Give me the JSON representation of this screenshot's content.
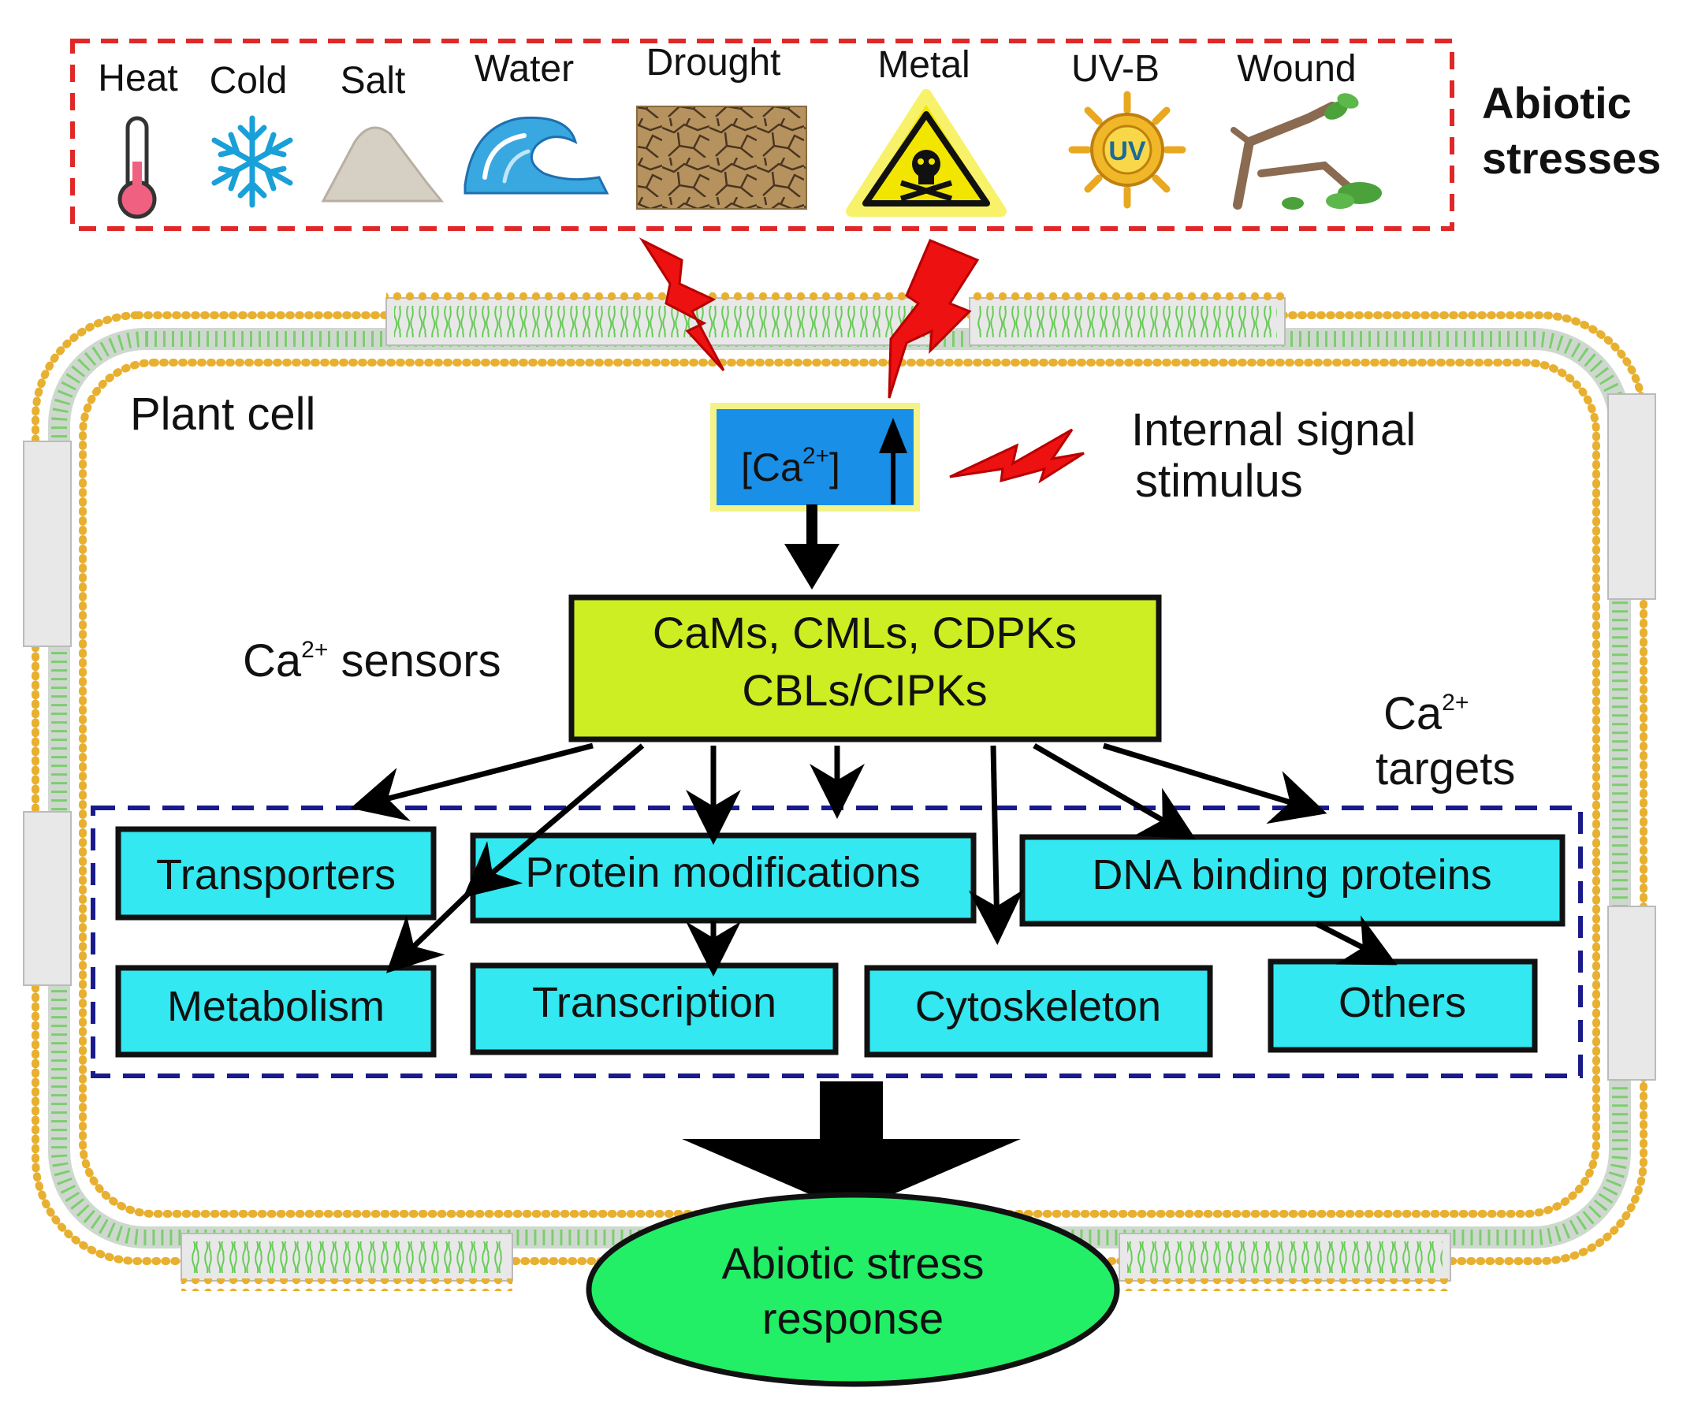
{
  "abiotic_stresses": {
    "title_line1": "Abiotic",
    "title_line2": "stresses",
    "items": [
      {
        "label": "Heat",
        "icon": "thermometer-icon"
      },
      {
        "label": "Cold",
        "icon": "snowflake-icon"
      },
      {
        "label": "Salt",
        "icon": "salt-pile-icon"
      },
      {
        "label": "Water",
        "icon": "wave-icon"
      },
      {
        "label": "Drought",
        "icon": "cracked-earth-icon"
      },
      {
        "label": "Metal",
        "icon": "toxic-warning-icon"
      },
      {
        "label": "UV-B",
        "icon": "uv-sun-icon"
      },
      {
        "label": "Wound",
        "icon": "broken-branch-icon"
      }
    ]
  },
  "cell": {
    "label": "Plant cell"
  },
  "calcium": {
    "label": "[Ca",
    "superscript": "2+",
    "close": "]"
  },
  "internal_signal": {
    "line1": "Internal signal",
    "line2": "stimulus"
  },
  "sensors": {
    "side_label": "Ca",
    "side_superscript": "2+",
    "side_suffix": " sensors",
    "line1": "CaMs, CMLs, CDPKs",
    "line2": "CBLs/CIPKs"
  },
  "targets": {
    "label_ca": "Ca",
    "label_superscript": "2+",
    "label_line2": "targets",
    "boxes": [
      {
        "label": "Transporters"
      },
      {
        "label": "Protein modifications"
      },
      {
        "label": "DNA binding proteins"
      },
      {
        "label": "Metabolism"
      },
      {
        "label": "Transcription"
      },
      {
        "label": "Cytoskeleton"
      },
      {
        "label": "Others"
      }
    ]
  },
  "response": {
    "line1": "Abiotic stress",
    "line2": "response"
  },
  "colors": {
    "stress_border": "#e02828",
    "bolt_red": "#ee1111",
    "ca_box": "#1a8fe8",
    "ca_box_border": "#f3f38a",
    "sensor_box": "#ccee22",
    "target_box": "#33e8f0",
    "target_border": "#1a1a8c",
    "response_fill": "#22ee66",
    "membrane_head": "#e8b030",
    "membrane_tail": "#66cc55"
  }
}
